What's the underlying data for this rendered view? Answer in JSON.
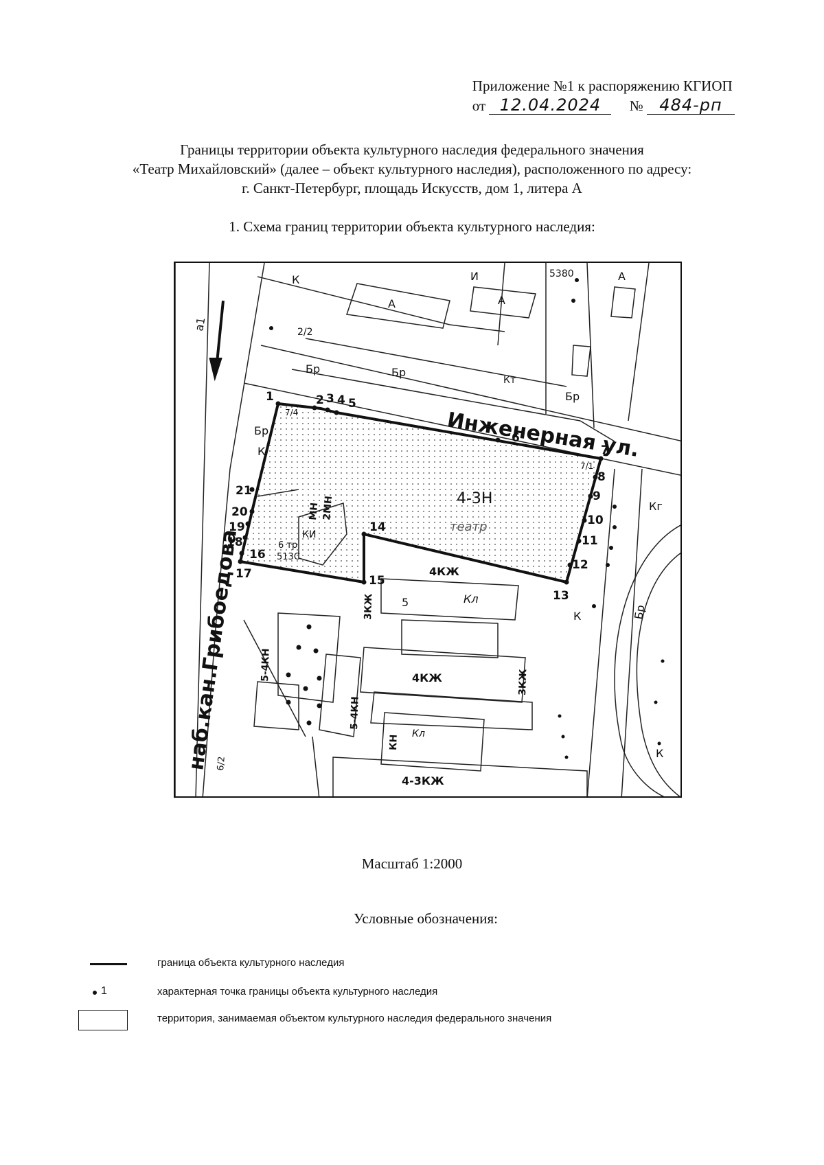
{
  "header": {
    "annex": "Приложение №1 к распоряжению КГИОП",
    "from_label": "от",
    "date": "12.04.2024",
    "number_label": "№",
    "number": "484-рп"
  },
  "title": {
    "line1": "Границы территории объекта культурного наследия федерального значения",
    "line2": "«Театр Михайловский» (далее – объект культурного наследия), расположенного по адресу:",
    "line3": "г. Санкт-Петербург, площадь Искусств, дом 1, литера А"
  },
  "section1": "1.  Схема границ территории объекта культурного наследия:",
  "map": {
    "street_main": "Инженерная ул.",
    "street_side": "наб.кан.Грибоедова",
    "main_building": "4-3Н",
    "main_building_sub": "театр",
    "labels": {
      "b_5380": "5380",
      "b_A1": "А",
      "b_A2": "А",
      "b_I": "И",
      "b_A3": "А",
      "b_K1": "К",
      "b_22": "2/2",
      "b_bp1": "Бр",
      "b_bp2": "Бр",
      "b_bp3": "Бр",
      "b_bp4": "Бр",
      "b_K2": "К",
      "b_Kt": "Кт",
      "b_a1": "а1",
      "b_74": "7/4",
      "b_71": "7/1",
      "b_Kg": "Кг",
      "b_6ng": "6 тр",
      "b_2MH": "2МН",
      "b_MH": "МН",
      "b_KI": "КИ",
      "b_513": "513С",
      "b_4KZh1": "4КЖ",
      "b_Kl1": "Кл",
      "b_5": "5",
      "b_3KZh1": "3КЖ",
      "b_4KZh2": "4КЖ",
      "b_3KZh2": "3КЖ",
      "b_5_4KN1": "5-4КН",
      "b_5_4KN2": "5-4КН",
      "b_4_3KZh": "4-3КЖ",
      "b_KN": "КН",
      "b_Kl2": "Кл",
      "b_62": "6/2",
      "b_Bp5": "Бр",
      "b_K3": "К",
      "b_K4": "К"
    },
    "points": {
      "p1": "1",
      "p2": "2",
      "p3": "3",
      "p4": "4",
      "p5": "5",
      "p6": "6",
      "p7": "7",
      "p8": "8",
      "p9": "9",
      "p10": "10",
      "p11": "11",
      "p12": "12",
      "p13": "13",
      "p14": "14",
      "p15": "15",
      "p16": "16",
      "p17": "17",
      "p18": "18",
      "p19": "19",
      "p20": "20",
      "p21": "21"
    }
  },
  "scale": "Масштаб 1:2000",
  "legend": {
    "title": "Условные обозначения:",
    "boundary": "граница объекта культурного наследия",
    "point_label": "1",
    "point": "характерная точка границы объекта культурного наследия",
    "territory": "территория, занимаемая объектом культурного наследия федерального значения"
  }
}
